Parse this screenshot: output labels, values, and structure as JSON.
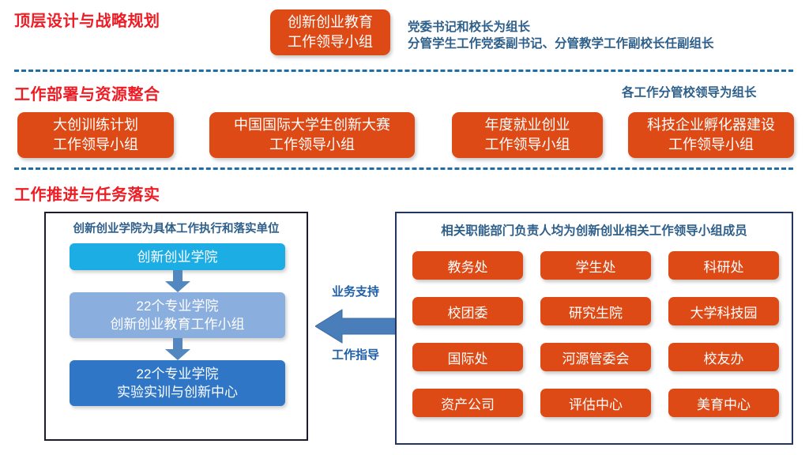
{
  "sections": [
    {
      "id": "top",
      "title": "顶层设计与战略规划"
    },
    {
      "id": "middle",
      "title": "工作部署与资源整合"
    },
    {
      "id": "bottom",
      "title": "工作推进与任务落实"
    }
  ],
  "top": {
    "group_box": "创新创业教育\n工作领导小组",
    "note_line1": "党委书记和校长为组长",
    "note_line2": "分管学生工作党委副书记、分管教学工作副校长任副组长"
  },
  "middle": {
    "note": "各工作分管校领导为组长",
    "boxes": [
      "大创训练计划\n工作领导小组",
      "中国国际大学生创新大赛\n工作领导小组",
      "年度就业创业\n工作领导小组",
      "科技企业孵化器建设\n工作领导小组"
    ]
  },
  "bottom": {
    "left_panel": {
      "caption": "创新创业学院为具体工作执行和落实单位",
      "nodes": [
        "创新创业学院",
        "22个专业学院\n创新创业教育工作小组",
        "22个专业学院\n实验实训与创新中心"
      ]
    },
    "connector": {
      "label_top": "业务支持",
      "label_bottom": "工作指导"
    },
    "right_panel": {
      "caption": "相关职能部门负责人均为创新创业相关工作领导小组成员",
      "departments": [
        "教务处",
        "学生处",
        "科研处",
        "校团委",
        "研究生院",
        "大学科技园",
        "国际处",
        "河源管委会",
        "校友办",
        "资产公司",
        "评估中心",
        "美育中心"
      ]
    }
  },
  "colors": {
    "heading_red": "#ee1c25",
    "orange_box": "#de4a16",
    "note_blue": "#2e5f8a",
    "divider_blue": "#1f6ea8",
    "node_cyan": "#1cade4",
    "node_light_blue": "#8aaedd",
    "node_blue": "#2f76c6",
    "arrow_blue": "#4a7ebb"
  }
}
